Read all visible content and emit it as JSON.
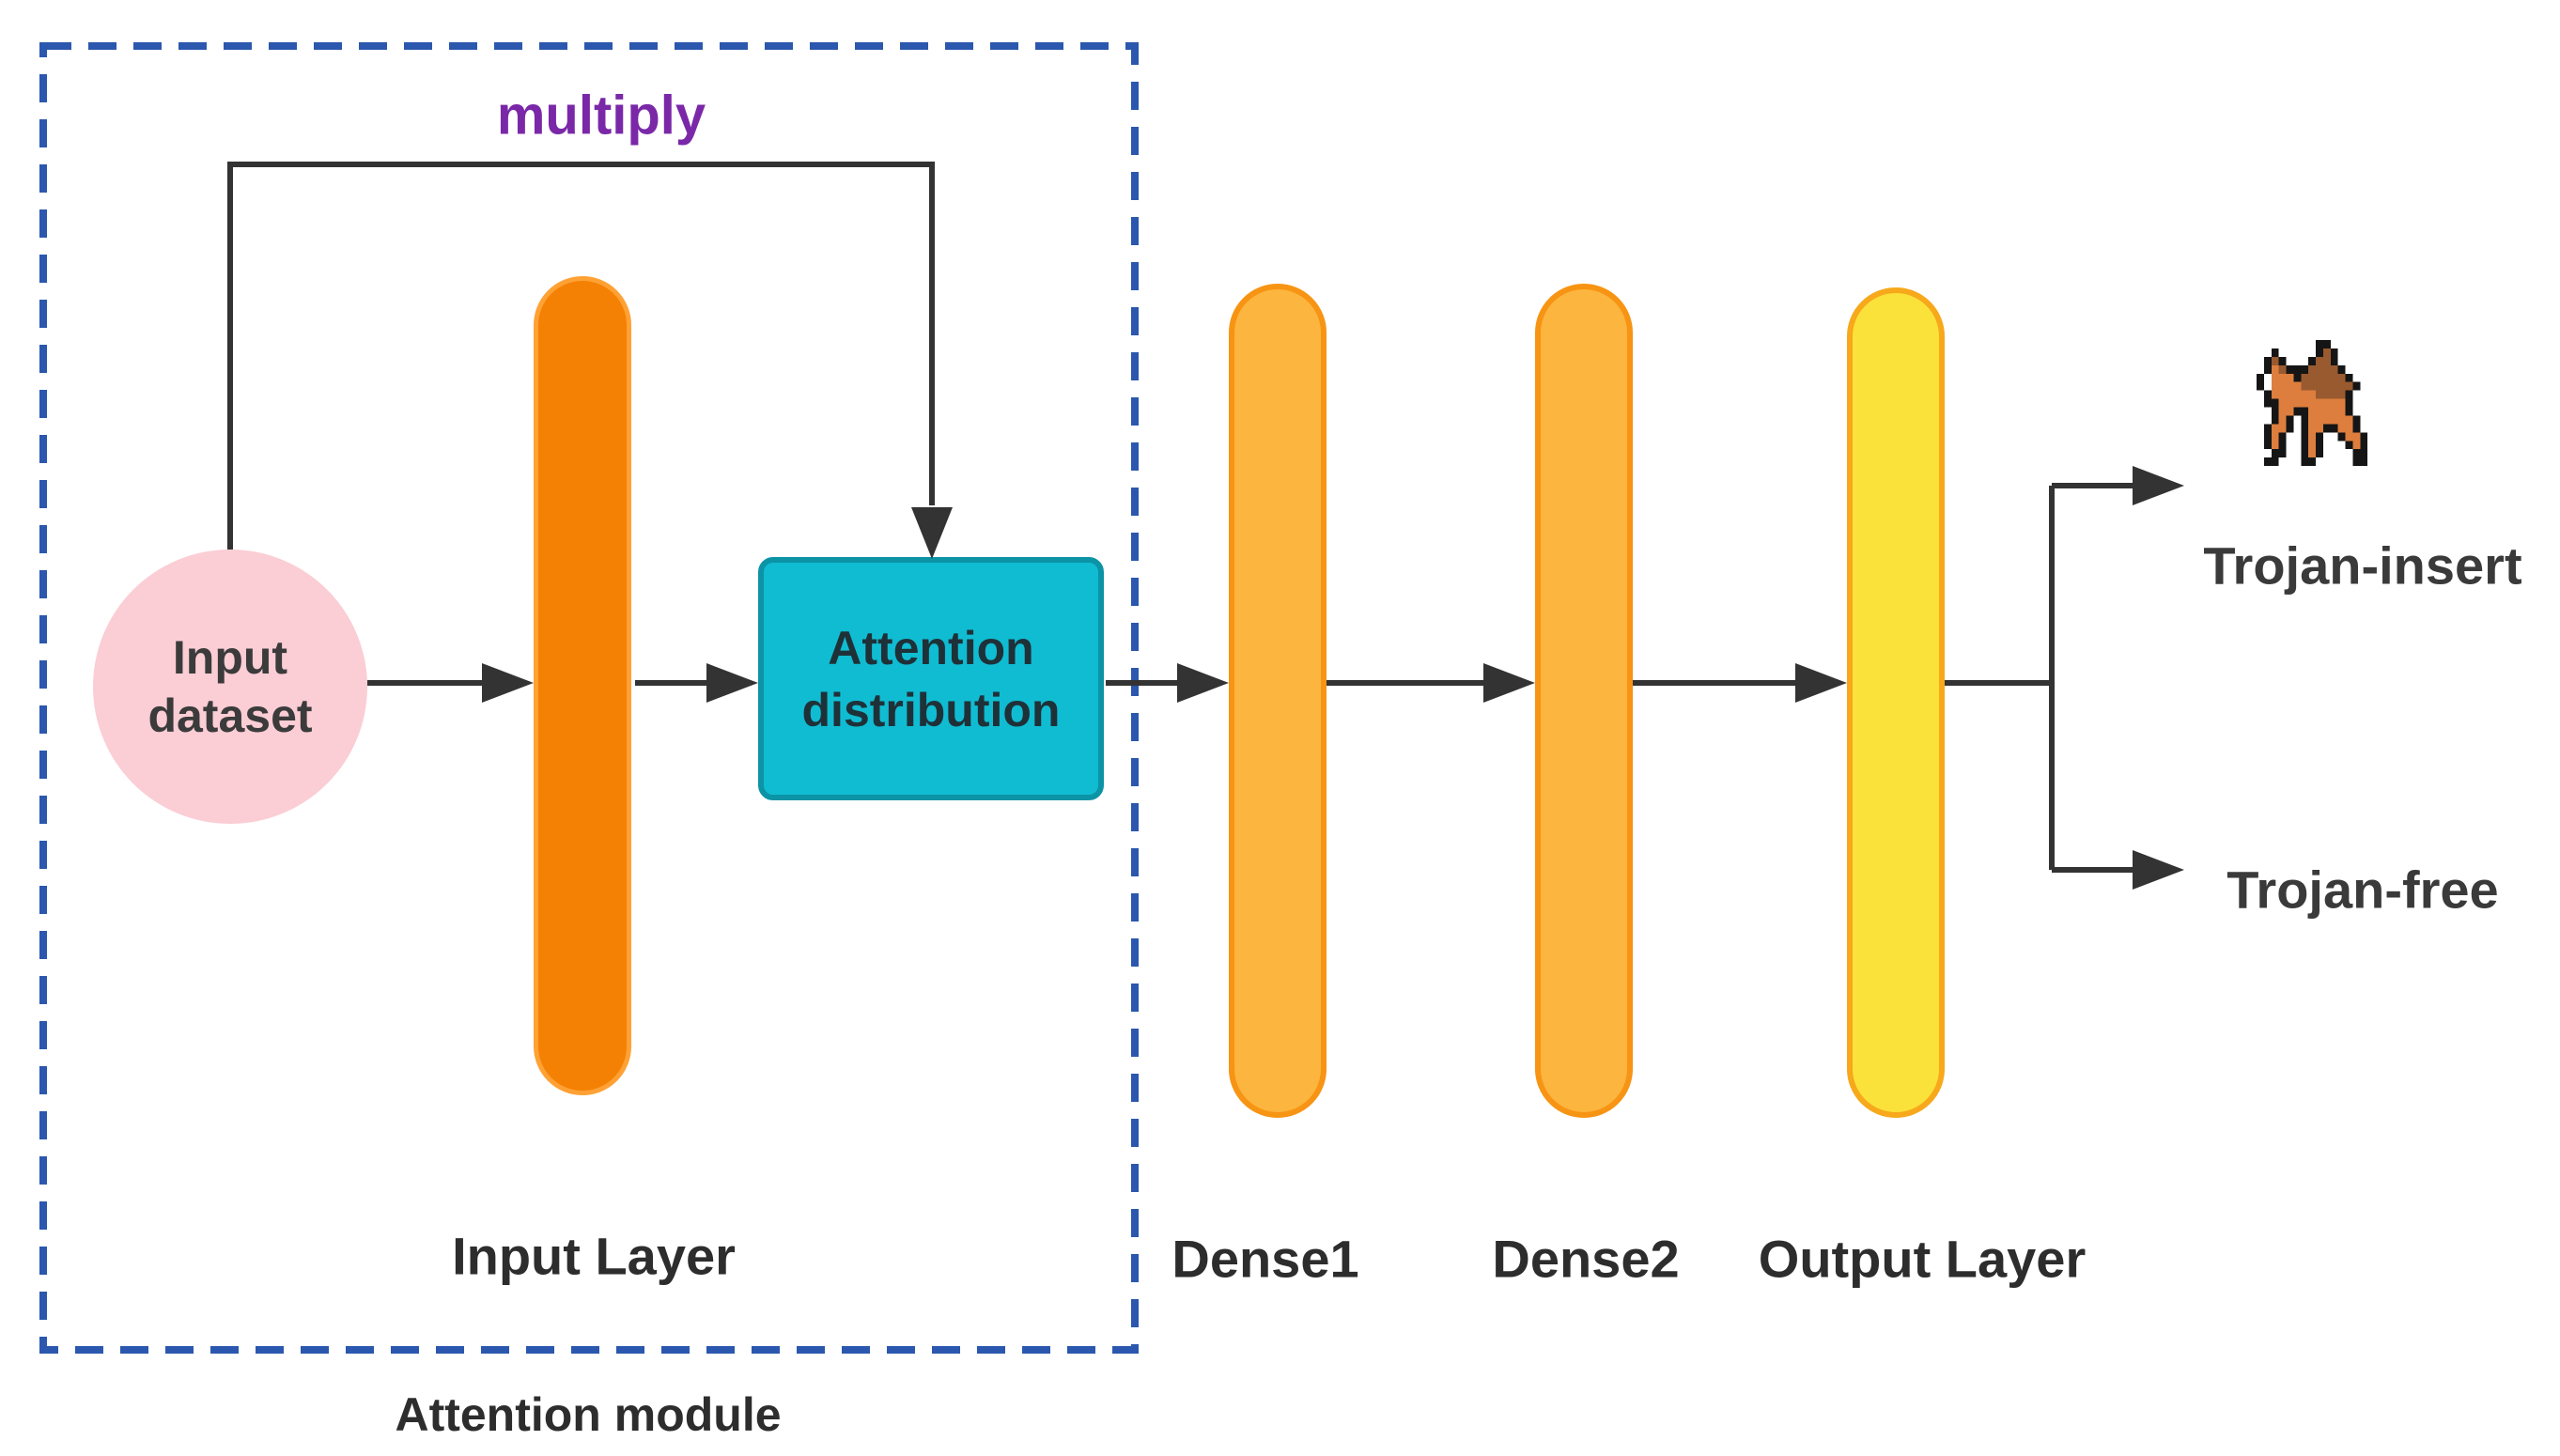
{
  "diagram": {
    "multiply_label": "multiply",
    "attention_module_label": "Attention module",
    "input_dataset": {
      "line1": "Input",
      "line2": "dataset"
    },
    "attention_distribution": {
      "line1": "Attention",
      "line2": "distribution"
    },
    "layer_labels": {
      "input_layer": "Input Layer",
      "dense1": "Dense1",
      "dense2": "Dense2",
      "output_layer": "Output Layer"
    },
    "outputs": {
      "trojan_insert": "Trojan-insert",
      "trojan_free": "Trojan-free"
    },
    "colors": {
      "dashed_border": "#2B57AE",
      "connector": "#333333",
      "multiply_text": "#7A28A8",
      "pink_node_fill": "#FBCDD5",
      "input_bar_fill": "#F48103",
      "input_bar_stroke": "#FFA135",
      "dense_bar_fill": "#FCB53E",
      "dense_bar_stroke": "#F79413",
      "output_bar_fill": "#FBE23A",
      "output_bar_stroke": "#F7A81B",
      "attention_box_fill": "#10BCD2",
      "attention_box_stroke": "#0C93A6",
      "label_text": "#2D2D2D"
    },
    "trojan_icon": {
      "name": "horse-icon",
      "palette": {
        "K": "#151515",
        "O": "#DD7E3E",
        "B": "#995A2F",
        "W": "#FFFFFF"
      },
      "pixels": [
        "........KK......",
        "..K.....KBK.....",
        ".KBK...KBBK.....",
        ".KOBKKKBBBBK....",
        "KWOOOKBBBBBBK...",
        "KWOOOOBBBBBBBK..",
        ".KOOOOOOBBBBK...",
        ".KKOOOOOOOOOK...",
        "..KOOKKOOOOOK...",
        "..KOK.KOOOOOOK..",
        ".KOOK.KOOKKOOK..",
        ".KOK..KOK..KOOK.",
        ".KOK..KOK...KOK.",
        "..KK..KOK....KK.",
        ".KK...KK.....KK.",
        "................"
      ]
    }
  }
}
